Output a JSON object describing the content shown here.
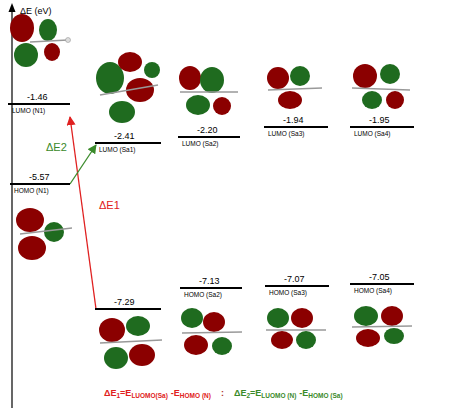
{
  "diagram": {
    "nodes": [
      {
        "text": [
          "-1.46",
          "LUMO (N1)"
        ]
      },
      {
        "text": [
          "-2.41",
          "LUMO (Sa1)"
        ]
      },
      {
        "text": [
          "-2.20",
          "LUMO (Sa2)"
        ]
      },
      {
        "text": [
          "-1.94",
          "LUMO (Sa3)"
        ]
      },
      {
        "text": [
          "-1.95",
          "LUMO (Sa4)"
        ]
      },
      {
        "text": [
          "-5.57",
          "HOMO (N1)"
        ]
      },
      {
        "text": [
          "-7.29"
        ]
      },
      {
        "text": [
          "-7.13",
          "HOMO (Sa2)"
        ]
      },
      {
        "text": [
          "-7.07",
          "HOMO (Sa3)"
        ]
      },
      {
        "text": [
          "-7.05",
          "HOMO (Sa4)"
        ]
      }
    ],
    "edges": [
      {
        "from": 6,
        "to": 0,
        "arrow": "to",
        "label": "ΔE1"
      },
      {
        "from": 5,
        "to": 1,
        "arrow": "to",
        "label": "ΔE2"
      }
    ],
    "labels": [
      "ΔE (eV)",
      "ΔE",
      "1",
      "=E",
      "LUOMO(Sa)",
      "-E",
      "HOMO (N)",
      ":",
      "ΔE",
      "2",
      "=E",
      "LUOMO (N)",
      "-E",
      "HOMO (Sa)"
    ]
  }
}
